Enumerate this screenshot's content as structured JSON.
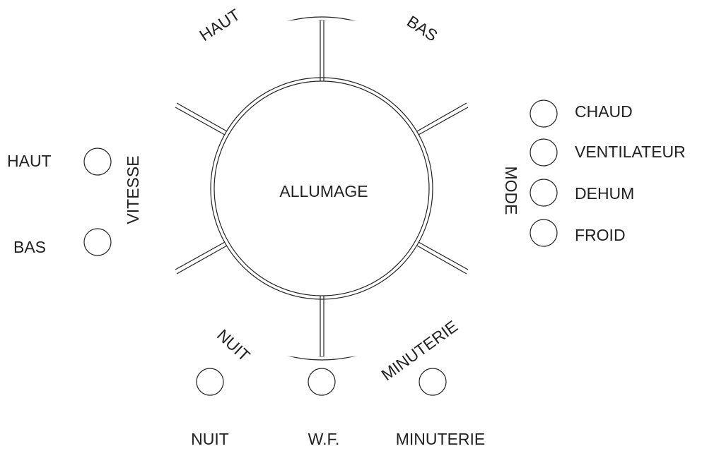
{
  "center": {
    "label": "ALLUMAGE"
  },
  "ring_labels": {
    "top_left": "HAUT",
    "top_right": "BAS",
    "left": "VITESSE",
    "right": "MODE",
    "bottom_left": "NUIT",
    "bottom_right": "MINUTERIE"
  },
  "vitesse_indicators": [
    "HAUT",
    "BAS"
  ],
  "mode_indicators": [
    "CHAUD",
    "VENTILATEUR",
    "DEHUM",
    "FROID"
  ],
  "bottom_indicators": [
    "NUIT",
    "W.F.",
    "MINUTERIE"
  ]
}
